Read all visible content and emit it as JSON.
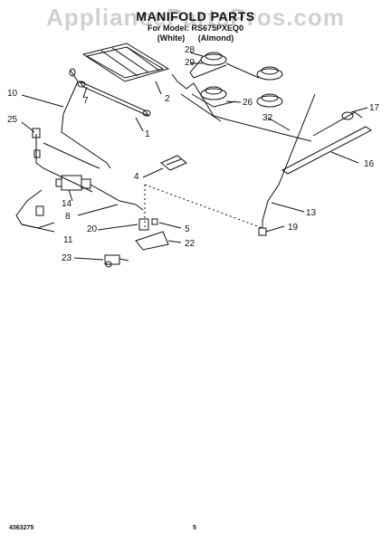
{
  "watermark": "AppliancePartsPros.com",
  "title": "MANIFOLD PARTS",
  "subtitle": "For Model: RS675PXEQ0",
  "variants": [
    "(White)",
    "(Almond)"
  ],
  "callouts": [
    "28",
    "29",
    "7",
    "2",
    "26",
    "32",
    "17",
    "1",
    "10",
    "25",
    "16",
    "4",
    "14",
    "8",
    "13",
    "20",
    "5",
    "19",
    "11",
    "22",
    "23"
  ],
  "footer_left": "4363275",
  "footer_page": "5"
}
